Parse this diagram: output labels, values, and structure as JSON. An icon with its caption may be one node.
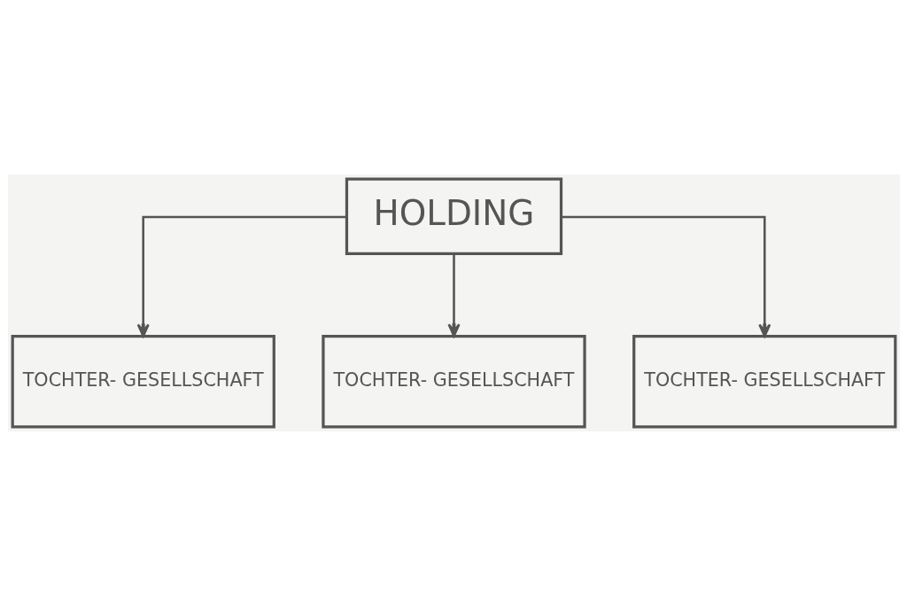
{
  "diagram": {
    "nodes": [
      {
        "text": [
          "HOLDING"
        ]
      },
      {
        "text": [
          "TOCHTER- GESELLSCHAFT"
        ]
      },
      {
        "text": [
          "TOCHTER- GESELLSCHAFT"
        ]
      },
      {
        "text": [
          "TOCHTER- GESELLSCHAFT"
        ]
      }
    ],
    "edges": [
      {
        "from": 0,
        "to": 1,
        "arrow": "to"
      },
      {
        "from": 0,
        "to": 2,
        "arrow": "to"
      },
      {
        "from": 0,
        "to": 3,
        "arrow": "to"
      }
    ]
  }
}
